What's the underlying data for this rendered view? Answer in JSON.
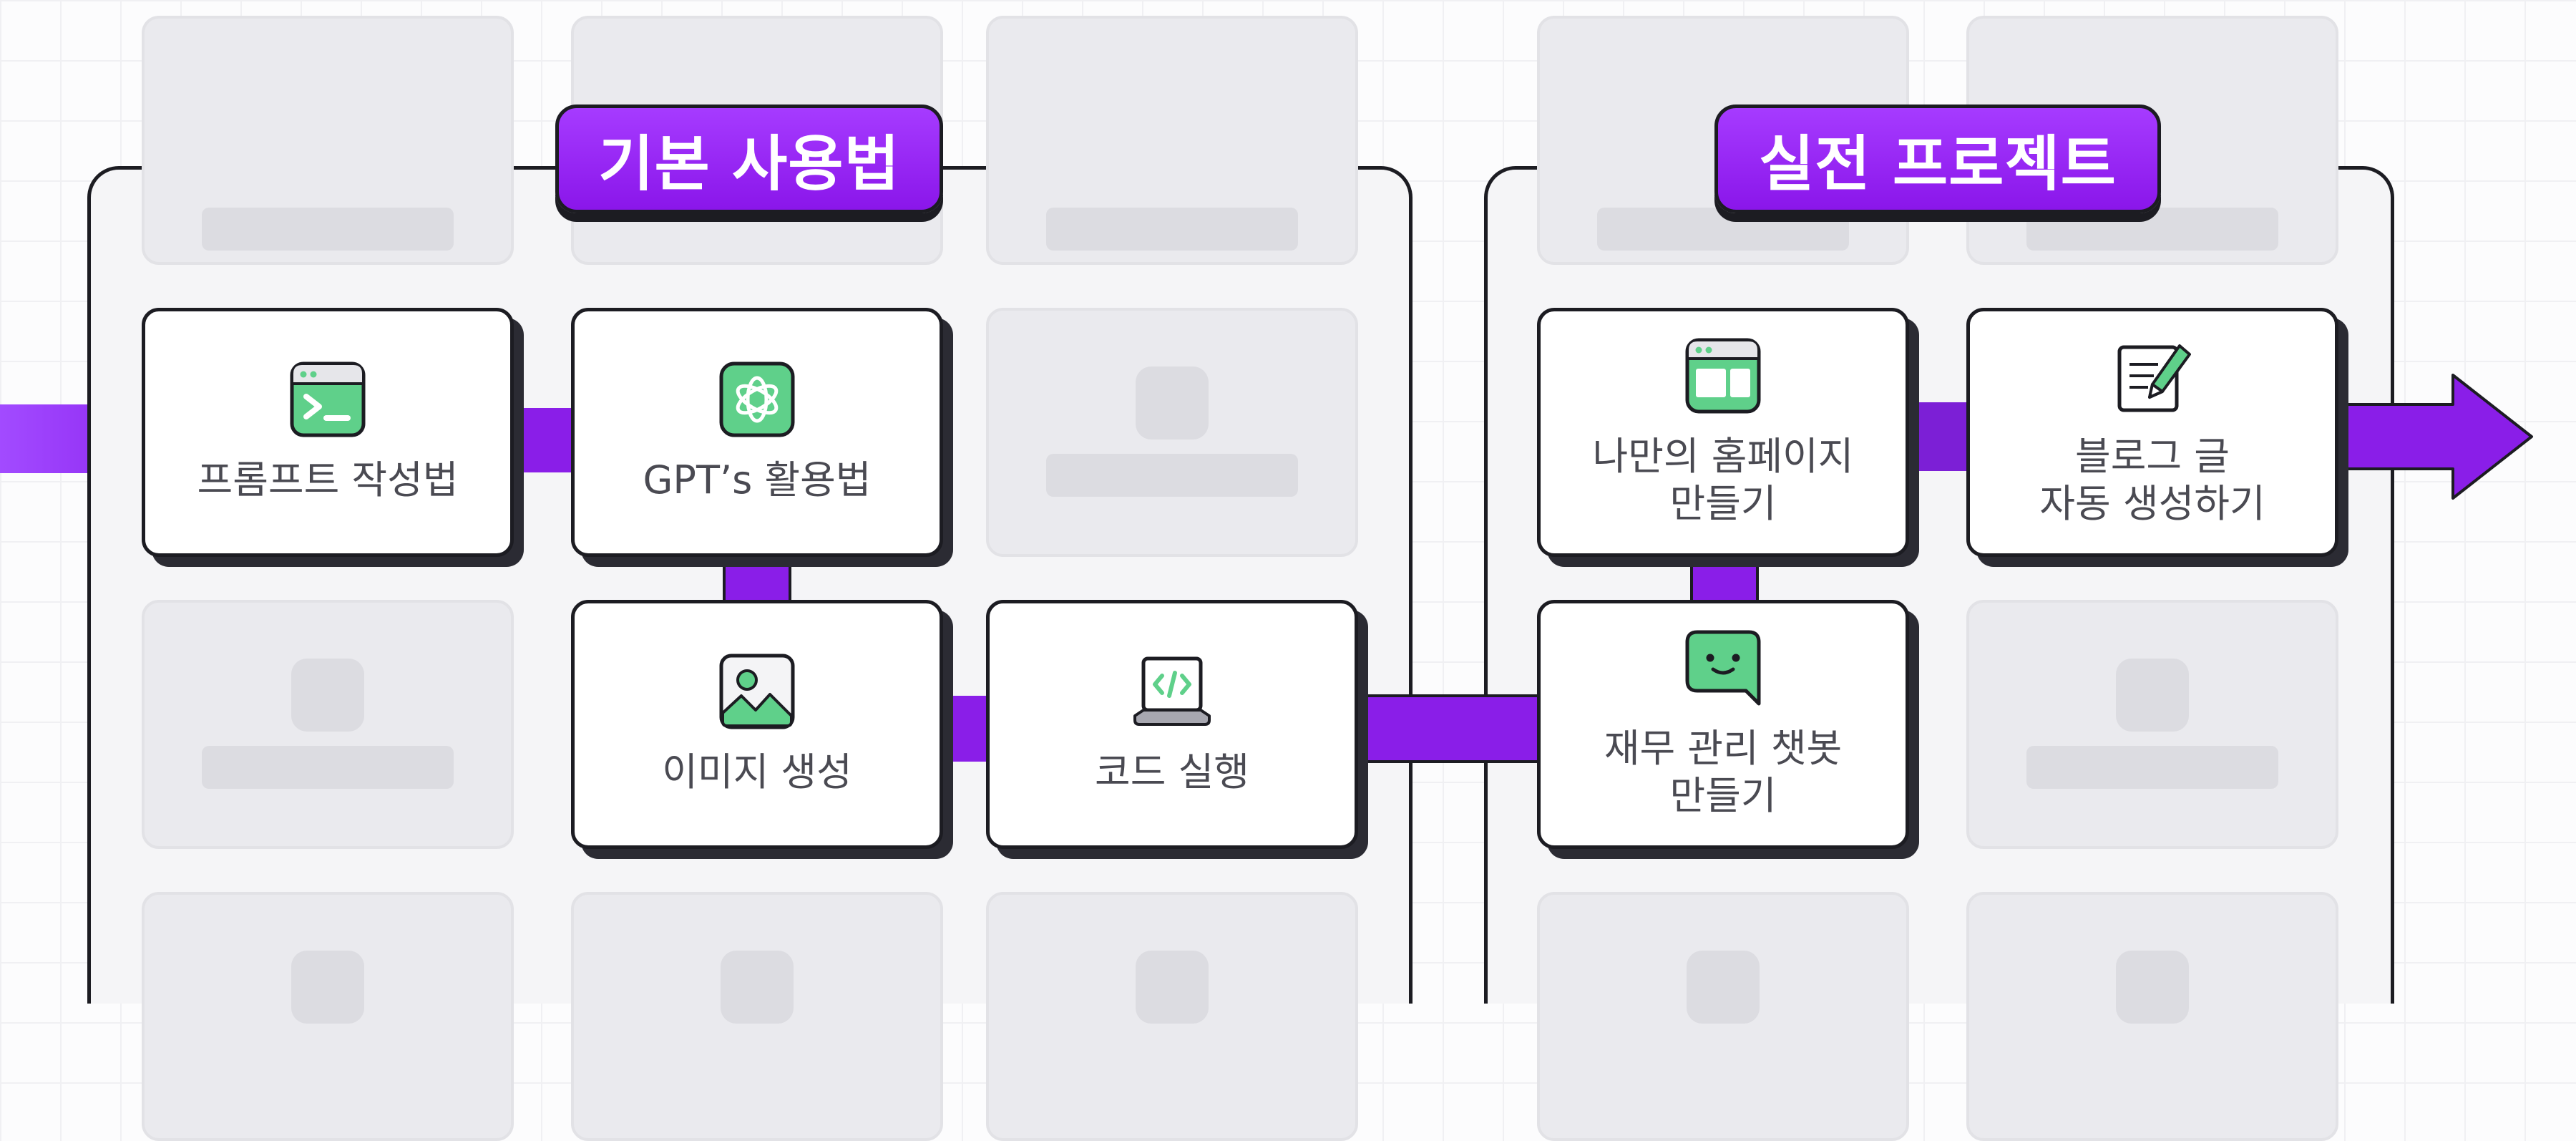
{
  "sections": {
    "basic": {
      "title": "기본 사용법"
    },
    "project": {
      "title": "실전 프로젝트"
    }
  },
  "nodes": {
    "prompt": {
      "label": "프롬프트 작성법",
      "icon": "terminal-icon"
    },
    "gpts": {
      "label": "GPT’s 활용법",
      "icon": "openai-logo-icon"
    },
    "image": {
      "label": "이미지 생성",
      "icon": "image-icon"
    },
    "code": {
      "label": "코드 실행",
      "icon": "laptop-code-icon"
    },
    "homepage": {
      "label_line1": "나만의 홈페이지",
      "label_line2": "만들기",
      "icon": "browser-window-icon"
    },
    "blog": {
      "label_line1": "블로그 글",
      "label_line2": "자동 생성하기",
      "icon": "document-pencil-icon"
    },
    "chatbot": {
      "label_line1": "재무 관리 챗봇",
      "label_line2": "만들기",
      "icon": "chat-bubble-icon"
    }
  },
  "colors": {
    "accent_purple": "#9b2cf9",
    "icon_green": "#5fd08a",
    "outline": "#1c1c22",
    "panel_bg": "#f5f5f7",
    "placeholder": "#eaeaee"
  }
}
